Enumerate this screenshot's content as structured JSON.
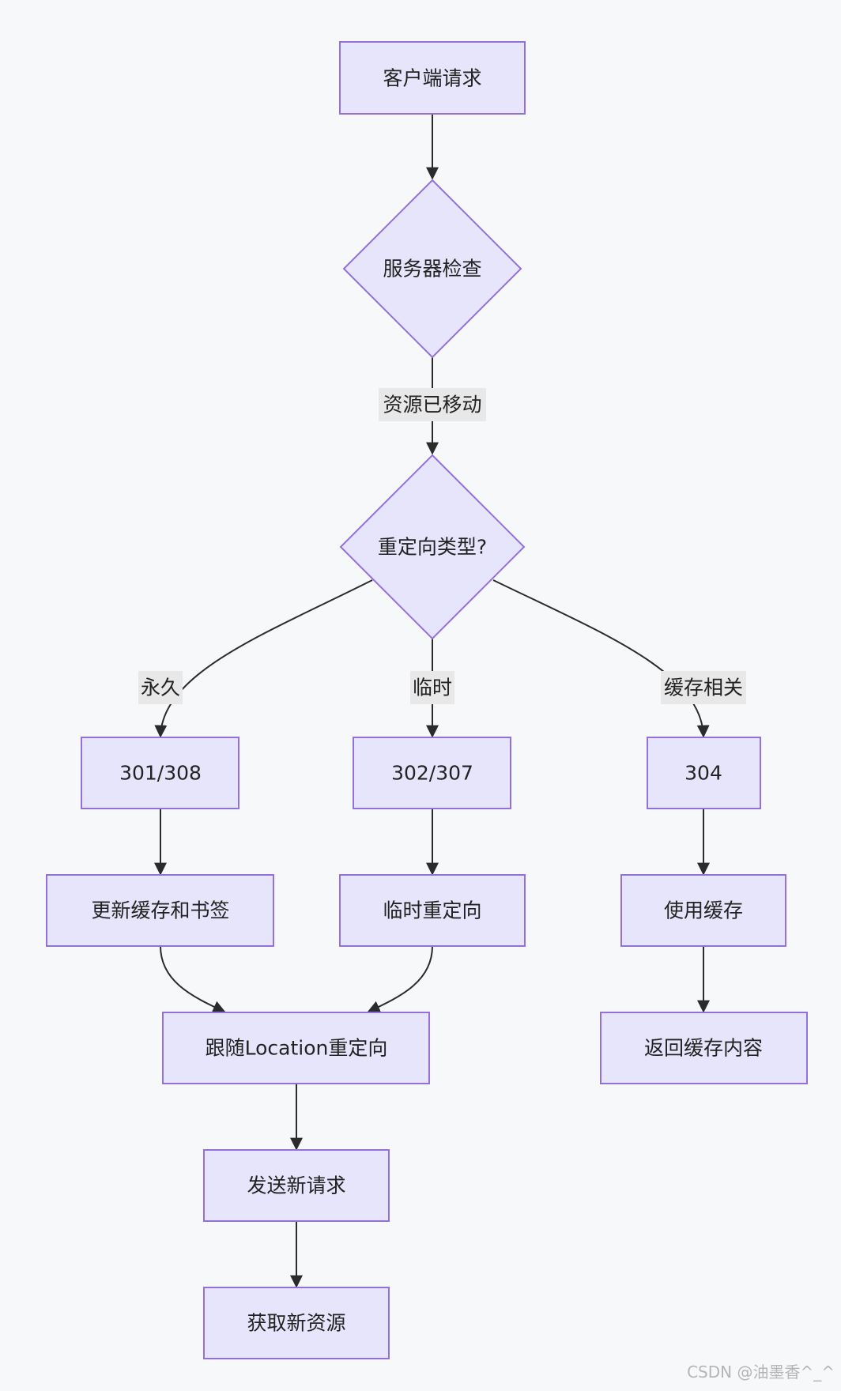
{
  "colors": {
    "background": "#f7f8fa",
    "node_fill": "#e6e5fb",
    "node_stroke": "#9370DB",
    "edge": "#2b2b2b",
    "label_background": "#e8e8e8",
    "text": "#222222",
    "watermark": "#b5b5b5"
  },
  "nodes": {
    "client_request": "客户端请求",
    "server_check": "服务器检查",
    "redirect_type": "重定向类型?",
    "code_301_308": "301/308",
    "code_302_307": "302/307",
    "code_304": "304",
    "update_cache_bookmarks": "更新缓存和书签",
    "temp_redirect": "临时重定向",
    "use_cache": "使用缓存",
    "follow_location": "跟随Location重定向",
    "return_cached": "返回缓存内容",
    "send_new_request": "发送新请求",
    "get_new_resource": "获取新资源"
  },
  "edge_labels": {
    "moved": "资源已移动",
    "permanent": "永久",
    "temporary": "临时",
    "cache_related": "缓存相关"
  },
  "watermark": "CSDN @油墨香^_^"
}
